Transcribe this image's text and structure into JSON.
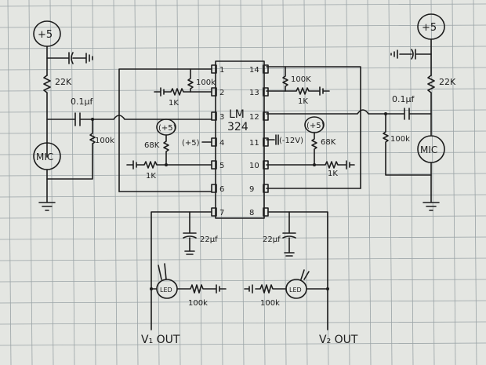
{
  "paper": {
    "background": "#e4e6e2",
    "grid_color": "#9aa3a6",
    "ink_color": "#1c1c1c"
  },
  "ic": {
    "name": "LM",
    "part": "324",
    "pins_left": [
      "1",
      "2",
      "3",
      "4",
      "5",
      "6",
      "7"
    ],
    "pins_right": [
      "14",
      "13",
      "12",
      "11",
      "10",
      "9",
      "8"
    ]
  },
  "left_channel": {
    "supply": "+5",
    "pullup": "22K",
    "coupling_cap": "0.1µf",
    "bias_resistor": "100k",
    "mic": "MIC",
    "feedback_resistor": "100k",
    "input_resistor": "1K",
    "pin4_supply": "(+5)",
    "divider_supply": "(+5)",
    "divider_resistor": "68K",
    "divider_ground_resistor": "1K"
  },
  "right_channel": {
    "supply": "+5",
    "pullup": "22K",
    "coupling_cap": "0.1µf",
    "bias_resistor": "100k",
    "mic": "MIC",
    "feedback_resistor": "100K",
    "input_resistor": "1K",
    "pin11_label": "(-12V)",
    "divider_supply": "(+5)",
    "divider_resistor": "68K",
    "divider_ground_resistor": "1K"
  },
  "outputs": {
    "cap_left": "22µf",
    "cap_right": "22µf",
    "led_left": "LED",
    "led_right": "LED",
    "res_left": "100k",
    "res_right": "100k",
    "out_left": "V₁ OUT",
    "out_right": "V₂ OUT"
  }
}
